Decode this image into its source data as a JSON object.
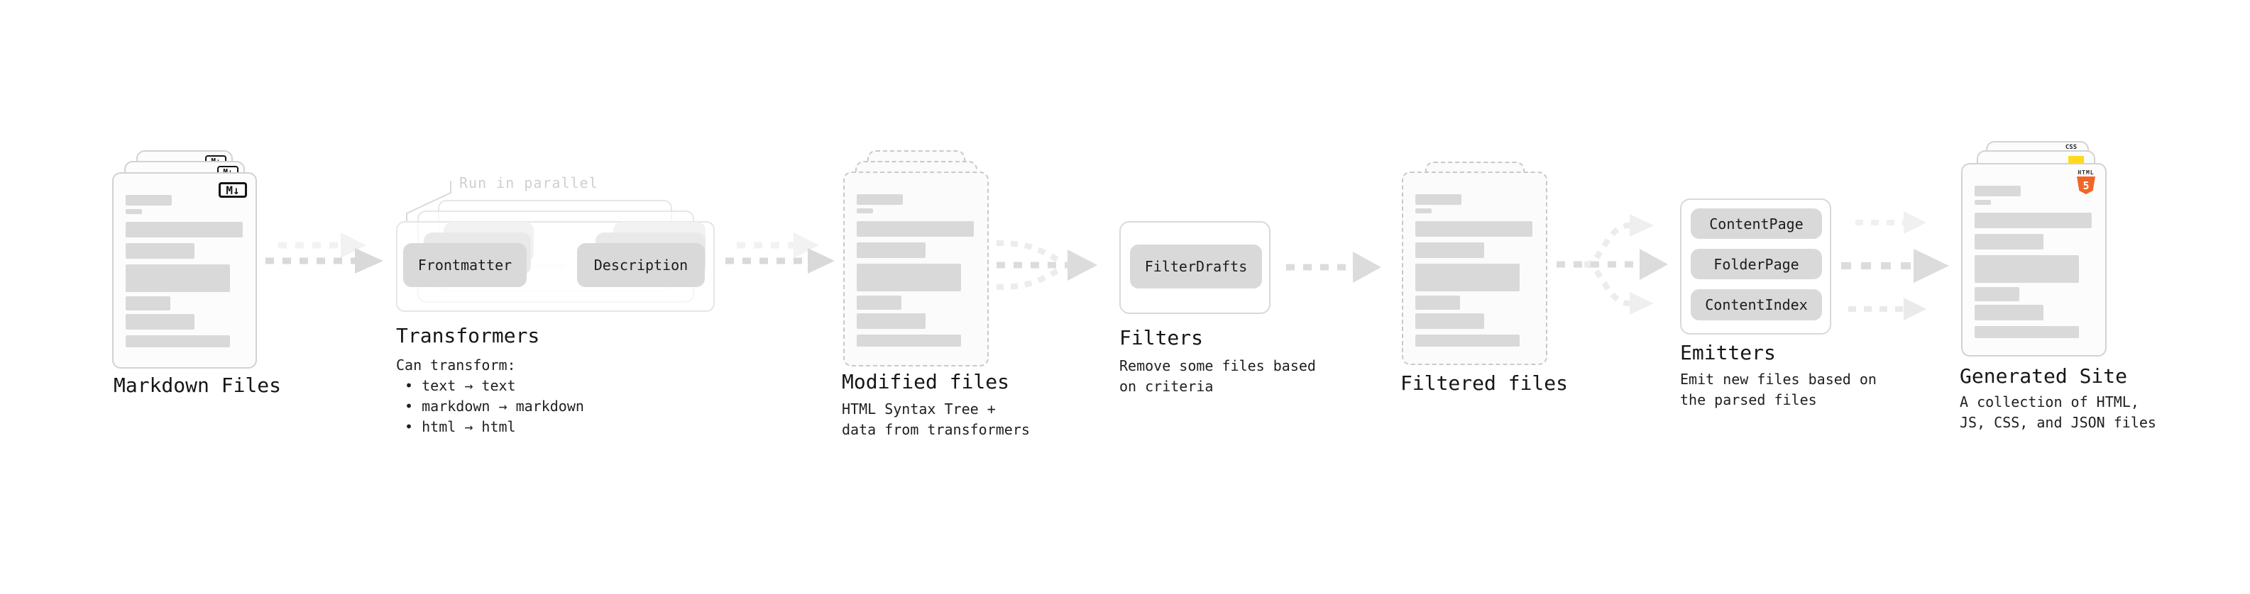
{
  "stages": [
    {
      "id": "markdown-files",
      "label": "Markdown Files"
    },
    {
      "id": "transformers",
      "label": "Transformers",
      "annotation": "Run in parallel",
      "boxes": [
        "Frontmatter",
        "Description"
      ],
      "sub": "Can transform:\n • text → text\n • markdown → markdown\n • html → html"
    },
    {
      "id": "modified-files",
      "label": "Modified files",
      "sub": "HTML Syntax Tree +\ndata from transformers"
    },
    {
      "id": "filters",
      "label": "Filters",
      "boxes": [
        "FilterDrafts"
      ],
      "sub": "Remove some files based\non criteria"
    },
    {
      "id": "filtered-files",
      "label": "Filtered files"
    },
    {
      "id": "emitters",
      "label": "Emitters",
      "boxes": [
        "ContentPage",
        "FolderPage",
        "ContentIndex"
      ],
      "sub": "Emit new files based on\nthe parsed files"
    },
    {
      "id": "generated-site",
      "label": "Generated Site",
      "sub": "A collection of HTML,\nJS, CSS, and JSON files"
    }
  ],
  "icons": {
    "markdown_badge": "M↓",
    "css_badge": "CSS",
    "html5_badge_label": "HTML",
    "html5_badge_numeral": "5"
  },
  "colors": {
    "html5_orange": "#f16529",
    "css_blue": "#2965f1",
    "js_yellow": "#ffd91c",
    "box_fill": "#d9d9d9",
    "arrow_gray": "#d9d9d9"
  }
}
